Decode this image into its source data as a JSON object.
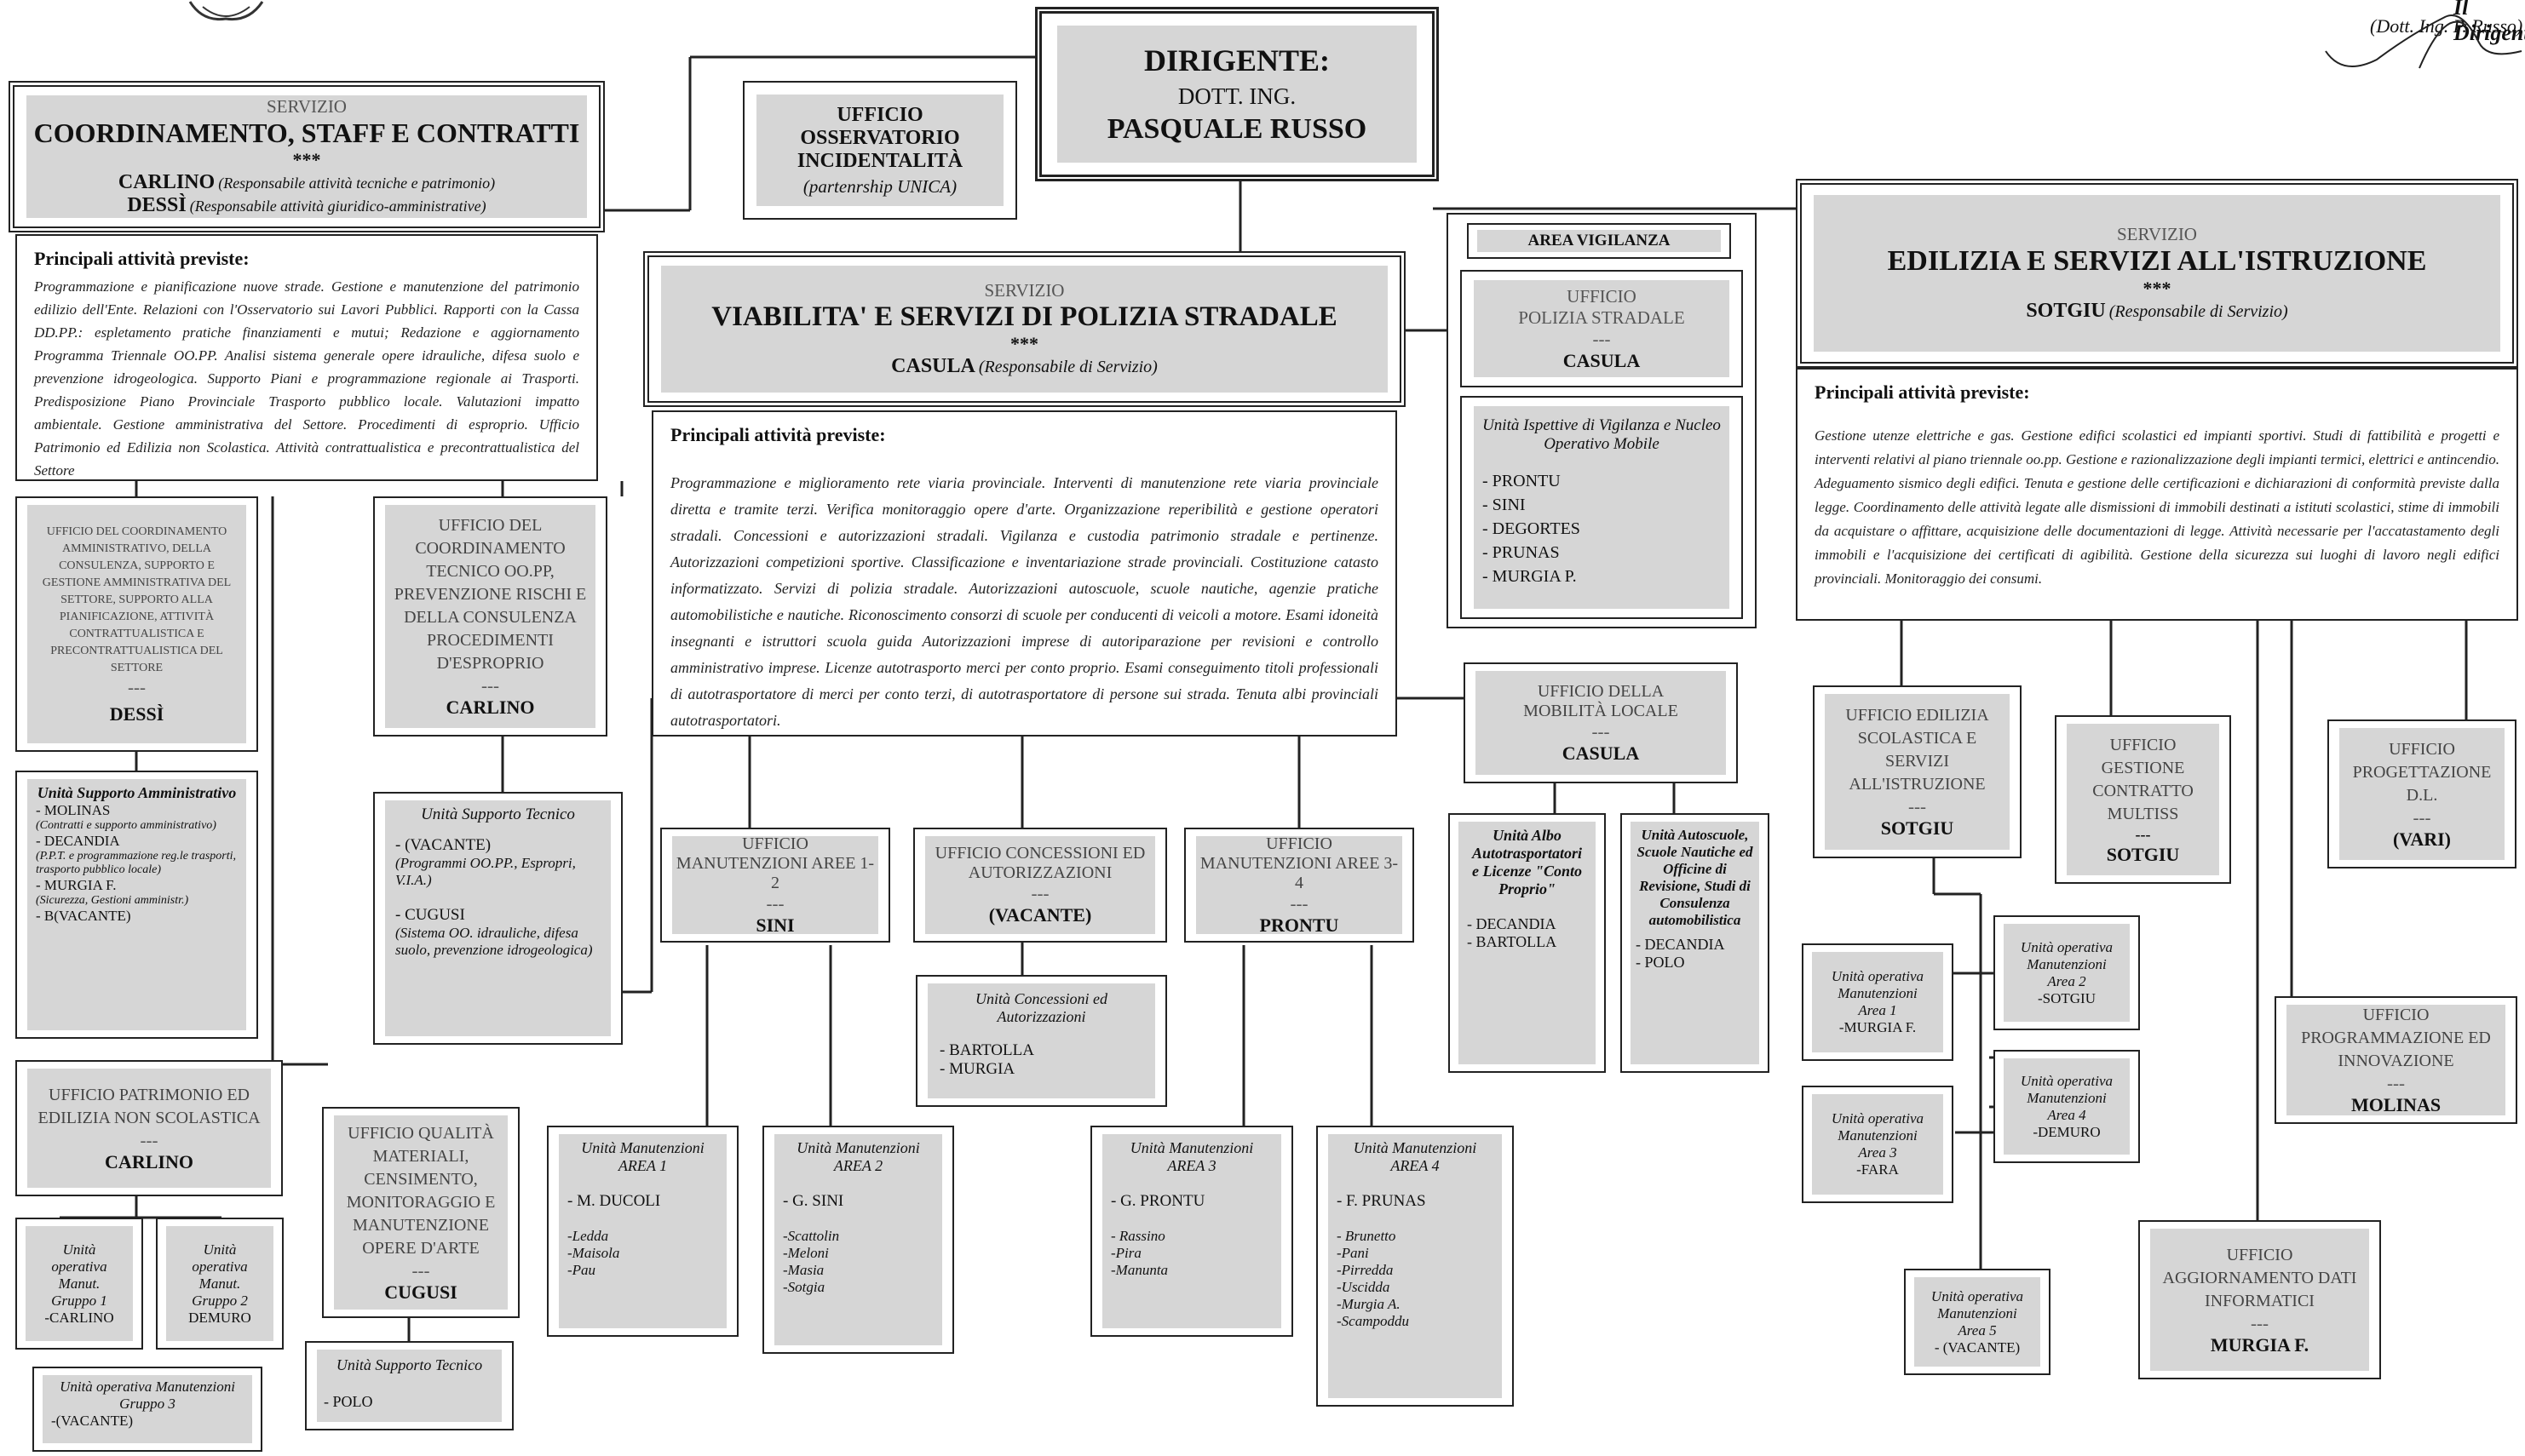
{
  "signature": {
    "title": "Il Dirigente",
    "name": "(Dott. Ing. P. Russo)"
  },
  "dirigente": {
    "title": "DIRIGENTE:",
    "qual": "DOTT. ING.",
    "name": "PASQUALE RUSSO"
  },
  "osservatorio": {
    "l1": "UFFICIO",
    "l2": "OSSERVATORIO",
    "l3": "INCIDENTALITÀ",
    "note": "(partenrship UNICA)"
  },
  "coord": {
    "kicker": "SERVIZIO",
    "title": "COORDINAMENTO, STAFF E CONTRATTI",
    "stars": "***",
    "p1": "CARLINO",
    "p1role": "(Responsabile attività tecniche e patrimonio)",
    "p2": "DESSÌ",
    "p2role": "(Responsabile attività giuridico-amministrative)",
    "act_head": "Principali attività previste:",
    "act": "Programmazione e pianificazione nuove strade. Gestione e manutenzione del patrimonio edilizio dell'Ente. Relazioni con l'Osservatorio sui Lavori Pubblici. Rapporti con la Cassa DD.PP.: espletamento pratiche finanziamenti e mutui; Redazione e aggiornamento Programma Triennale OO.PP. Analisi sistema generale opere idrauliche, difesa suolo e prevenzione idrogeologica. Supporto Piani e programmazione regionale ai Trasporti. Predisposizione Piano Provinciale Trasporto pubblico locale. Valutazioni impatto ambientale. Gestione amministrativa del Settore. Procedimenti di esproprio. Ufficio Patrimonio ed Edilizia non Scolastica. Attività contrattualistica e precontrattualistica del Settore"
  },
  "viab": {
    "kicker": "SERVIZIO",
    "title": "VIABILITA' E SERVIZI DI POLIZIA STRADALE",
    "stars": "***",
    "resp": "CASULA",
    "resp_role": "(Responsabile di Servizio)",
    "act_head": "Principali attività previste:",
    "act": "Programmazione e miglioramento rete viaria provinciale. Interventi di manutenzione rete viaria provinciale diretta e tramite terzi. Verifica monitoraggio opere d'arte. Organizzazione reperibilità e gestione operatori stradali. Concessioni e autorizzazioni stradali. Vigilanza e custodia patrimonio stradale e pertinenze. Autorizzazioni competizioni sportive. Classificazione e inventariazione strade provinciali. Costituzione catasto informatizzato. Servizi di polizia stradale. Autorizzazioni autoscuole, scuole nautiche, agenzie pratiche automobilistiche e nautiche. Riconoscimento consorzi di scuole per conducenti di veicoli a motore. Esami idoneità insegnanti e istruttori scuola guida Autorizzazioni imprese di autoriparazione per revisioni e controllo amministrativo imprese. Licenze autotrasporto merci per conto proprio. Esami conseguimento titoli professionali di autotrasportatore di merci per conto terzi, di autotrasportatore di persone sui strada. Tenuta albi provinciali autotrasportatori."
  },
  "vigilanza": {
    "label": "AREA VIGILANZA",
    "polizia": {
      "l1": "UFFICIO",
      "l2": "POLIZIA STRADALE",
      "dash": "---",
      "name": "CASULA"
    },
    "nucleo": {
      "title": "Unità Ispettive di Vigilanza e Nucleo Operativo Mobile",
      "members": [
        "- PRONTU",
        "- SINI",
        "- DEGORTES",
        "- PRUNAS",
        "- MURGIA P."
      ]
    }
  },
  "edil": {
    "kicker": "SERVIZIO",
    "title": "EDILIZIA E SERVIZI ALL'ISTRUZIONE",
    "stars": "***",
    "resp": "SOTGIU",
    "resp_role": "(Responsabile di Servizio)",
    "act_head": "Principali attività previste:",
    "act": "Gestione utenze elettriche e gas. Gestione edifici scolastici ed impianti sportivi. Studi di fattibilità e progetti e interventi relativi al piano triennale oo.pp. Gestione e razionalizzazione degli impianti termici, elettrici e antincendio. Adeguamento sismico degli edifici. Tenuta e gestione delle certificazioni e dichiarazioni di conformità previste dalla legge. Coordinamento delle attività legate alle dismissioni di immobili destinati a istituti scolastici, stime di immobili da acquistare o affittare, acquisizione delle documentazioni di legge. Attività necessarie per l'accatastamento degli immobili e l'acquisizione dei certificati di agibilità. Gestione della sicurezza sui luoghi di lavoro negli edifici provinciali. Monitoraggio dei consumi."
  },
  "u_coord_amm": {
    "text": "UFFICIO DEL COORDINAMENTO AMMINISTRATIVO, DELLA CONSULENZA, SUPPORTO E GESTIONE AMMINISTRATIVA DEL SETTORE, SUPPORTO ALLA PIANIFICAZIONE, ATTIVITÀ CONTRATTUALISTICA E PRECONTRATTUALISTICA DEL SETTORE",
    "dash": "---",
    "name": "DESSÌ"
  },
  "u_coord_tec": {
    "text": "UFFICIO DEL COORDINAMENTO TECNICO OO.PP, PREVENZIONE RISCHI E DELLA CONSULENZA PROCEDIMENTI D'ESPROPRIO",
    "dash": "---",
    "name": "CARLINO"
  },
  "u_supp_amm": {
    "title": "Unità Supporto Amministrativo",
    "lines": [
      "- MOLINAS",
      "(Contratti e supporto amministrativo)",
      "- DECANDIA",
      "(P.P.T. e programmazione reg.le trasporti, trasporto pubblico locale)",
      "- MURGIA F.",
      "(Sicurezza, Gestioni amministr.)",
      "- B(VACANTE)"
    ]
  },
  "u_supp_tec": {
    "title": "Unità Supporto Tecnico",
    "lines": [
      "- (VACANTE)",
      "(Programmi OO.PP., Espropri, V.I.A.)",
      "",
      "- CUGUSI",
      "(Sistema OO. idrauliche, difesa suolo, prevenzione idrogeologica)"
    ]
  },
  "u_patrimonio": {
    "text": "UFFICIO PATRIMONIO ED EDILIZIA NON SCOLASTICA",
    "dash": "---",
    "name": "CARLINO"
  },
  "uo_g1": {
    "lines": [
      "Unità",
      "operativa",
      "Manut.",
      "Gruppo 1"
    ],
    "name": "-CARLINO"
  },
  "uo_g2": {
    "lines": [
      "Unità",
      "operativa",
      "Manut.",
      "Gruppo 2"
    ],
    "name": "DEMURO"
  },
  "uo_g3": {
    "title": "Unità operativa Manutenzioni Gruppo 3",
    "name": "-(VACANTE)"
  },
  "u_qualita": {
    "text": "UFFICIO QUALITÀ MATERIALI, CENSIMENTO, MONITORAGGIO E MANUTENZIONE OPERE D'ARTE",
    "dash": "---",
    "name": "CUGUSI"
  },
  "u_supp_tec2": {
    "title": "Unità Supporto Tecnico",
    "name": "- POLO"
  },
  "u_man12": {
    "text": "UFFICIO MANUTENZIONI AREE 1-2",
    "dash": "---",
    "name": "SINI"
  },
  "u_conc": {
    "text": "UFFICIO CONCESSIONI ED AUTORIZZAZIONI",
    "dash": "---",
    "name": "(VACANTE)"
  },
  "u_man34": {
    "text": "UFFICIO MANUTENZIONI AREE 3-4",
    "dash": "---",
    "name": "PRONTU"
  },
  "u_conc_unit": {
    "title": "Unità Concessioni ed Autorizzazioni",
    "members": [
      "- BARTOLLA",
      "- MURGIA"
    ]
  },
  "um_a1": {
    "title": "Unità Manutenzioni AREA 1",
    "head": "- M. DUCOLI",
    "members": [
      "-Ledda",
      "-Maisola",
      "-Pau"
    ]
  },
  "um_a2": {
    "title": "Unità Manutenzioni AREA 2",
    "head": "- G. SINI",
    "members": [
      "-Scattolin",
      "-Meloni",
      "-Masia",
      "-Sotgia"
    ]
  },
  "um_a3": {
    "title": "Unità Manutenzioni AREA 3",
    "head": "- G. PRONTU",
    "members": [
      "- Rassino",
      "-Pira",
      "-Manunta"
    ]
  },
  "um_a4": {
    "title": "Unità Manutenzioni AREA 4",
    "head": "- F. PRUNAS",
    "members": [
      "- Brunetto",
      "-Pani",
      "-Pirredda",
      "-Uscidda",
      "-Murgia A.",
      "-Scampoddu"
    ]
  },
  "u_mobilita": {
    "text": "UFFICIO DELLA MOBILITÀ LOCALE",
    "dash": "---",
    "name": "CASULA"
  },
  "u_albo": {
    "title": "Unità Albo Autotrasportatori e Licenze \"Conto Proprio\"",
    "members": [
      "- DECANDIA",
      "- BARTOLLA"
    ]
  },
  "u_autoscuole": {
    "title": "Unità Autoscuole, Scuole Nautiche ed Officine di Revisione, Studi di Consulenza automobilistica",
    "members": [
      "- DECANDIA",
      "- POLO"
    ]
  },
  "u_edil_scol": {
    "text": "UFFICIO EDILIZIA SCOLASTICA E SERVIZI ALL'ISTRUZIONE",
    "dash": "---",
    "name": "SOTGIU"
  },
  "u_multiss": {
    "text": "UFFICIO GESTIONE CONTRATTO MULTISS",
    "dash": "---",
    "name": "SOTGIU"
  },
  "u_progett": {
    "text": "UFFICIO PROGETTAZIONE D.L.",
    "dash": "---",
    "name": "(VARI)"
  },
  "uo_m1": {
    "title": "Unità operativa Manutenzioni Area 1",
    "name": "-MURGIA F."
  },
  "uo_m2": {
    "title": "Unità operativa Manutenzioni Area 2",
    "name": "-SOTGIU"
  },
  "uo_m3": {
    "title": "Unità operativa Manutenzioni Area 3",
    "name": "-FARA"
  },
  "uo_m4": {
    "title": "Unità operativa Manutenzioni Area 4",
    "name": "-DEMURO"
  },
  "uo_m5": {
    "title": "Unità operativa Manutenzioni Area 5",
    "name": "- (VACANTE)"
  },
  "u_progr": {
    "text": "UFFICIO PROGRAMMAZIONE ED INNOVAZIONE",
    "dash": "---",
    "name": "MOLINAS"
  },
  "u_aggiorn": {
    "text": "UFFICIO AGGIORNAMENTO DATI INFORMATICI",
    "dash": "---",
    "name": "MURGIA F."
  }
}
